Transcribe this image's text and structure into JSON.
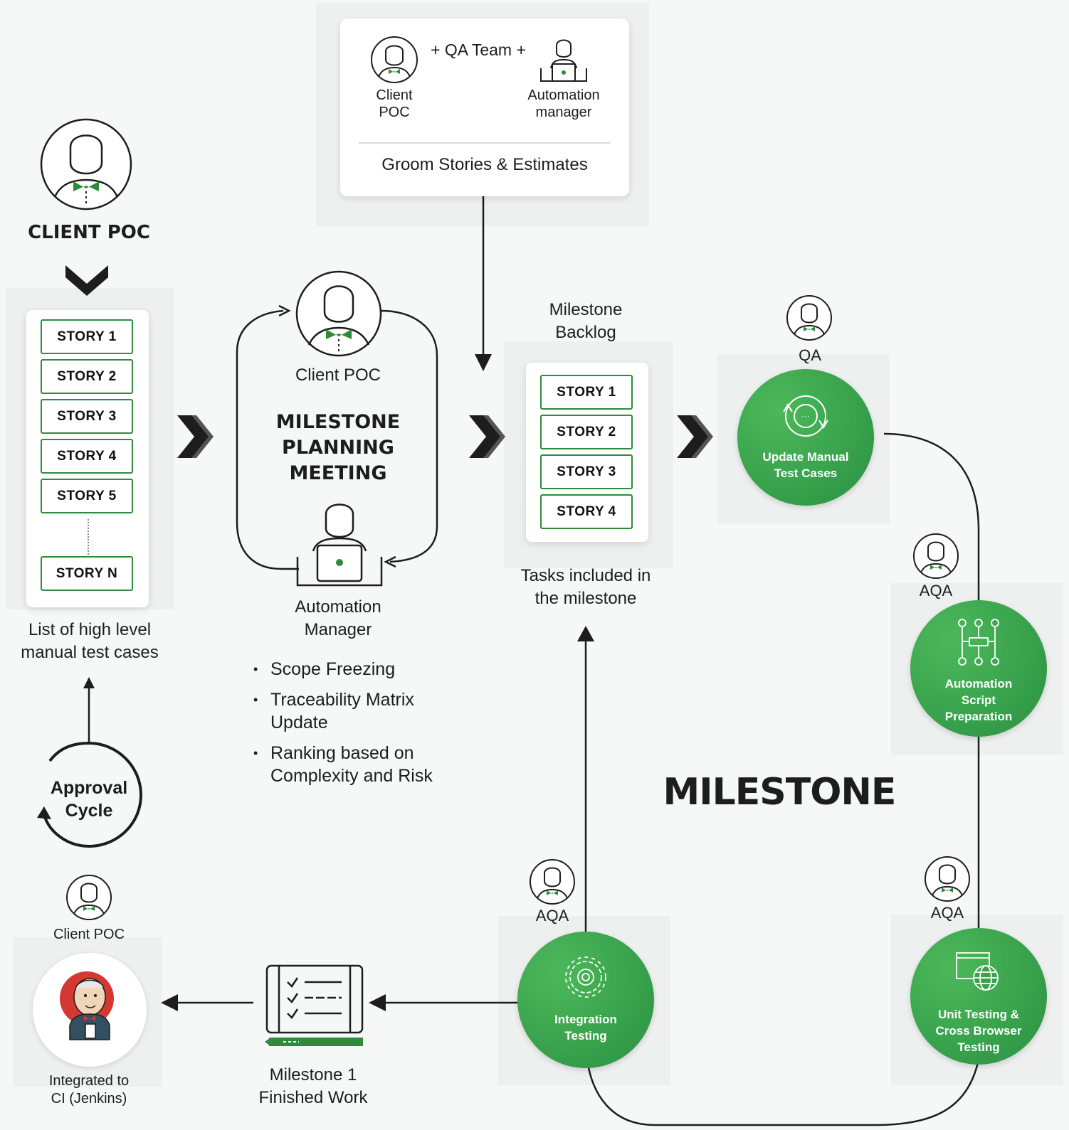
{
  "top_box": {
    "qa_team": "+ QA Team +",
    "client_label_1": "Client",
    "client_label_2": "POC",
    "automation_label_1": "Automation",
    "automation_label_2": "manager",
    "caption": "Groom Stories & Estimates"
  },
  "client_poc_section": {
    "title": "CLIENT POC",
    "stories": [
      "STORY 1",
      "STORY 2",
      "STORY 3",
      "STORY 4",
      "STORY 5"
    ],
    "last_story": "STORY N",
    "caption_1": "List of high level",
    "caption_2": "manual test cases"
  },
  "approval": {
    "line_1": "Approval",
    "line_2": "Cycle"
  },
  "planning": {
    "client_label": "Client POC",
    "title_1": "MILESTONE",
    "title_2": "PLANNING",
    "title_3": "MEETING",
    "manager_1": "Automation",
    "manager_2": "Manager",
    "bullets": [
      {
        "line_1": "Scope Freezing",
        "line_2": ""
      },
      {
        "line_1": "Traceability Matrix",
        "line_2": "Update"
      },
      {
        "line_1": "Ranking based on",
        "line_2": "Complexity and Risk"
      }
    ]
  },
  "backlog": {
    "title_1": "Milestone",
    "title_2": "Backlog",
    "stories": [
      "STORY 1",
      "STORY 2",
      "STORY 3",
      "STORY 4"
    ],
    "caption_1": "Tasks included in",
    "caption_2": "the milestone"
  },
  "milestone_cycle": {
    "label": "MILESTONE",
    "update_role": "QA",
    "update_1": "Update Manual",
    "update_2": "Test Cases",
    "automation_role": "AQA",
    "automation_1": "Automation",
    "automation_2": "Script",
    "automation_3": "Preparation",
    "unit_role": "AQA",
    "unit_1": "Unit Testing &",
    "unit_2": "Cross Browser",
    "unit_3": "Testing",
    "integration_role": "AQA",
    "integration_1": "Integration",
    "integration_2": "Testing"
  },
  "finished": {
    "line_1": "Milestone 1",
    "line_2": "Finished Work"
  },
  "jenkins": {
    "role": "Client POC",
    "caption_1": "Integrated to",
    "caption_2": "CI (Jenkins)"
  },
  "colors": {
    "green": "#2e8b3e",
    "green_light": "#4cb85a",
    "dark": "#1d1d1d"
  }
}
